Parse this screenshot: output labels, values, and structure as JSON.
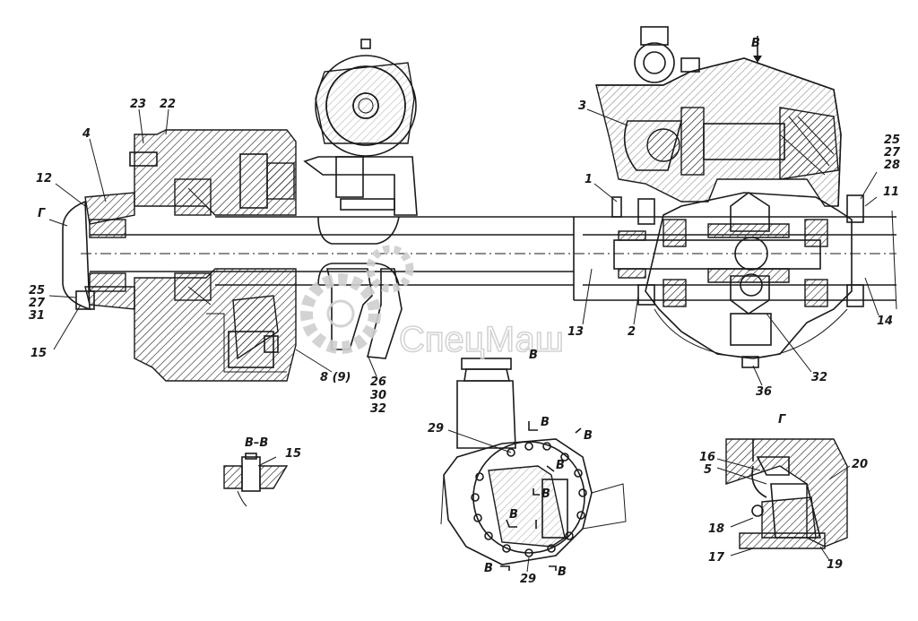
{
  "labels": {
    "l23": "23",
    "l22": "22",
    "l4": "4",
    "l12": "12",
    "lG1": "Г",
    "l25a": "25",
    "l27a": "27",
    "l31": "31",
    "l15a": "15",
    "lB_top": "В",
    "l3": "3",
    "l1": "1",
    "l25b": "25",
    "l27b": "27",
    "l28": "28",
    "l11": "11",
    "l13": "13",
    "l2": "2",
    "l14": "14",
    "l32a": "32",
    "l36": "36",
    "l89": "8 (9)",
    "l26": "26",
    "l30": "30",
    "l32b": "32",
    "lB_view": "В",
    "l29a": "29",
    "l29b": "29",
    "lBB": "В–В",
    "l15b": "15",
    "lG2": "Г",
    "l16": "16",
    "l5": "5",
    "l20": "20",
    "l18": "18",
    "l17": "17",
    "l19": "19",
    "cB1": "В",
    "cB2": "В",
    "cB3": "В",
    "cB4": "В",
    "cB5": "В",
    "cB6": "В",
    "cB7": "В"
  },
  "watermark": {
    "text": "СпецМаш",
    "color": "#cfcfcf"
  }
}
